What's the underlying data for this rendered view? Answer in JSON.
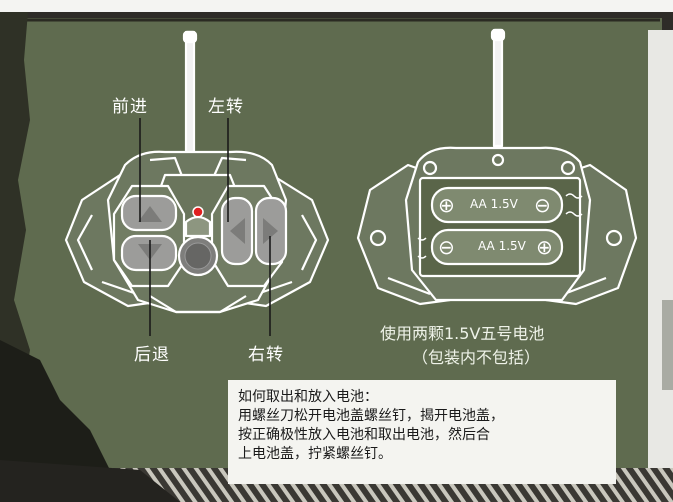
{
  "labels": {
    "forward": "前进",
    "left_turn": "左转",
    "backward": "后退",
    "right_turn": "右转"
  },
  "battery": {
    "cell_top": "AA 1.5V",
    "cell_bottom": "AA 1.5V",
    "plus": "⊕",
    "minus": "⊖",
    "caption_line1": "使用两颗1.5V五号电池",
    "caption_line2": "（包装内不包括）"
  },
  "note": {
    "line1": "如何取出和放入电池：",
    "line2": "用螺丝刀松开电池盖螺丝钉，揭开电池盖，",
    "line3": "按正确极性放入电池和取出电池，然后合",
    "line4": "上电池盖，拧紧螺丝钉。"
  },
  "colors": {
    "panel": "#5f6b4f",
    "panel_dark": "#4c5640",
    "line": "#ffffff",
    "controller_fill": "#6d7860",
    "button_grey": "#9a9a98",
    "led": "#e02020"
  }
}
